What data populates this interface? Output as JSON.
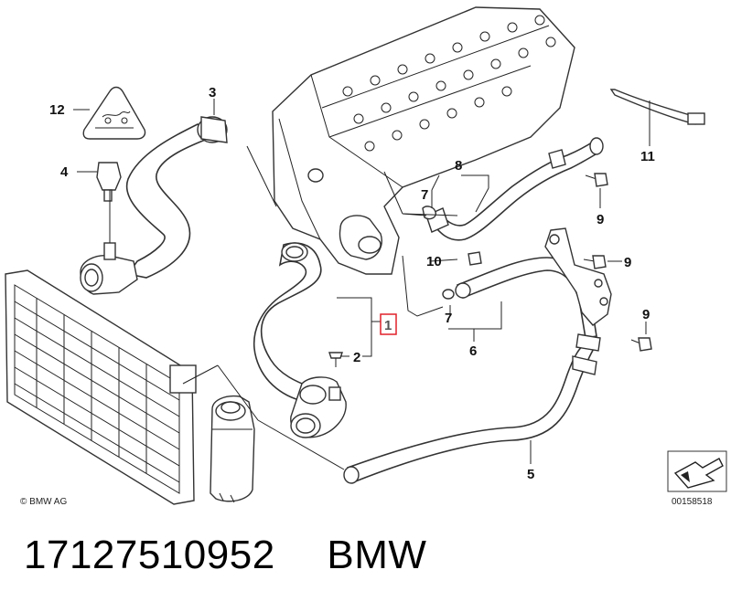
{
  "callouts": {
    "c1": "1",
    "c2": "2",
    "c3": "3",
    "c4": "4",
    "c5": "5",
    "c6": "6",
    "c7a": "7",
    "c7b": "7",
    "c8": "8",
    "c9a": "9",
    "c9b": "9",
    "c9c": "9",
    "c10": "10",
    "c11": "11",
    "c12": "12"
  },
  "copyright": "© BMW AG",
  "diagram_id": "00158518",
  "caption": {
    "part_number": "17127510952",
    "brand": "BMW"
  },
  "colors": {
    "highlight": "#e0202a"
  }
}
